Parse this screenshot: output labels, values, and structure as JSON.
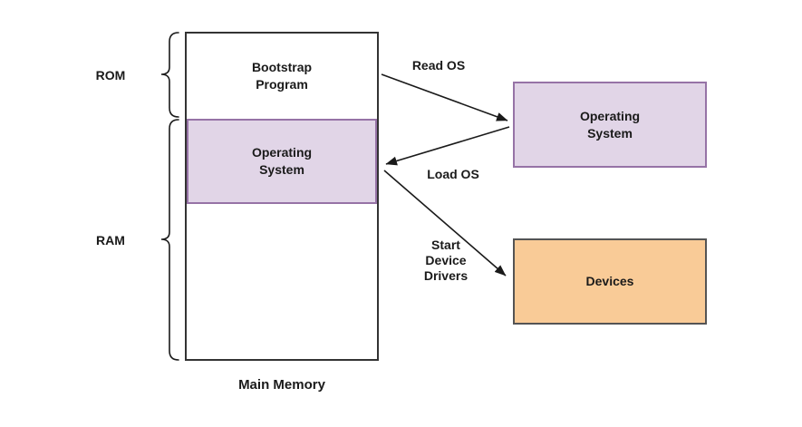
{
  "labels": {
    "rom": "ROM",
    "ram": "RAM"
  },
  "main_memory": {
    "caption": "Main Memory",
    "bootstrap": "Bootstrap\nProgram",
    "os": "Operating\nSystem"
  },
  "boxes": {
    "os": "Operating\nSystem",
    "devices": "Devices"
  },
  "arrows": {
    "read_os": "Read OS",
    "load_os": "Load OS",
    "start_device_drivers": "Start\nDevice\nDrivers"
  },
  "colors": {
    "purple_fill": "#E1D5E7",
    "purple_border": "#9673A6",
    "orange_fill": "#F9CB97",
    "orange_border": "#545454",
    "line": "#1a1a1a",
    "box_border": "#333333"
  }
}
